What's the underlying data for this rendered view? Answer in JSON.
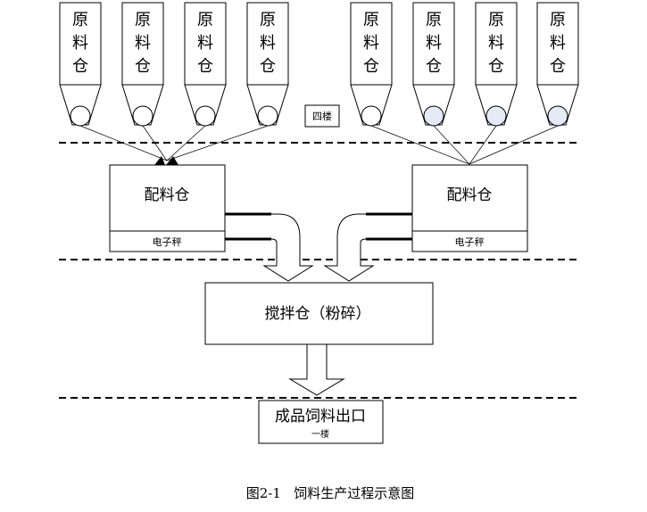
{
  "raw_bin_label_chars": [
    "原",
    "料",
    "仓"
  ],
  "raw_bins": [
    {
      "fill": "#ffffff"
    },
    {
      "fill": "#ffffff"
    },
    {
      "fill": "#ffffff"
    },
    {
      "fill": "#ffffff"
    },
    {
      "fill": "#ffffff"
    },
    {
      "fill": "#e4eaf6"
    },
    {
      "fill": "#e4eaf6"
    },
    {
      "fill": "#e4eaf6"
    }
  ],
  "floor_top_label": "四楼",
  "batching_bins": [
    {
      "label": "配料仓",
      "scale_label": "电子秤"
    },
    {
      "label": "配料仓",
      "scale_label": "电子秤"
    }
  ],
  "mixer_label": "搅拌仓（粉碎）",
  "output_label": "成品饲料出口",
  "floor_bottom_label": "一楼",
  "caption": "图2-1   饲料生产过程示意图",
  "colors": {
    "line": "#000000",
    "page": "#ffffff"
  }
}
